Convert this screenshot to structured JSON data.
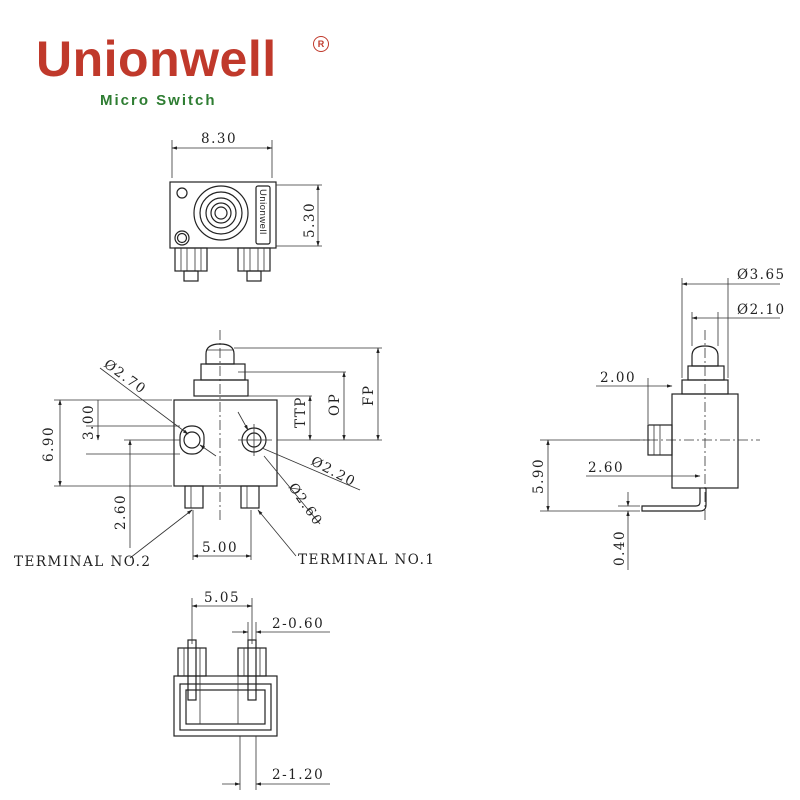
{
  "brand": {
    "name": "Unionwell",
    "registered_mark": "R",
    "tagline": "Micro Switch",
    "color": "#c0392b",
    "tagline_color": "#2e7d32"
  },
  "top_view": {
    "width_label": "8.30",
    "height_label": "5.30",
    "body_text": "Unionwell"
  },
  "front_view": {
    "dia_270": "Ø2.70",
    "dim_300": "3.00",
    "dim_690": "6.90",
    "dim_260": "2.60",
    "ttp": "TTP",
    "op": "OP",
    "fp": "FP",
    "dia_220": "Ø2.20",
    "dia_260": "Ø2.60",
    "pitch_500": "5.00",
    "terminal_2": "TERMINAL NO.2",
    "terminal_1": "TERMINAL NO.1"
  },
  "side_view": {
    "dia_365": "Ø3.65",
    "dia_210": "Ø2.10",
    "dim_200": "2.00",
    "dim_260": "2.60",
    "dim_590": "5.90",
    "dim_040": "0.40"
  },
  "bottom_view": {
    "dim_505": "5.05",
    "dim_2x060": "2-0.60",
    "dim_2x120": "2-1.20"
  }
}
